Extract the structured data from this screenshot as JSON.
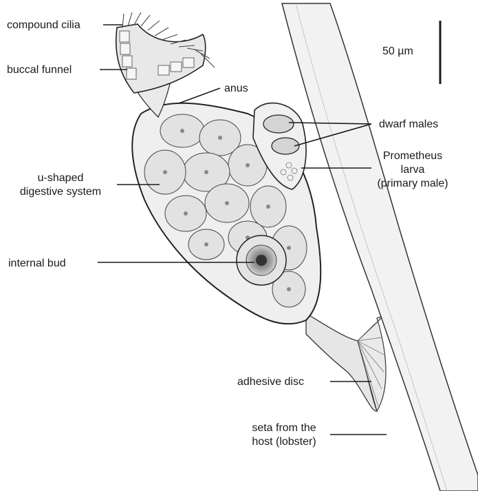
{
  "labels": {
    "compound_cilia": "compound cilia",
    "buccal_funnel": "buccal funnel",
    "anus": "anus",
    "dwarf_males": "dwarf males",
    "prometheus_larva": [
      "Prometheus",
      "larva",
      "(primary male)"
    ],
    "u_shaped_digestive_system": [
      "u-shaped",
      "digestive system"
    ],
    "internal_bud": "internal bud",
    "adhesive_disc": "adhesive disc",
    "seta_from_host": [
      "seta from the",
      "host (lobster)"
    ]
  },
  "scale_bar": {
    "label": "50 µm"
  },
  "colors": {
    "ink": "#1a1a1a",
    "paper": "#ffffff",
    "stipple": "#d9d9d9"
  }
}
